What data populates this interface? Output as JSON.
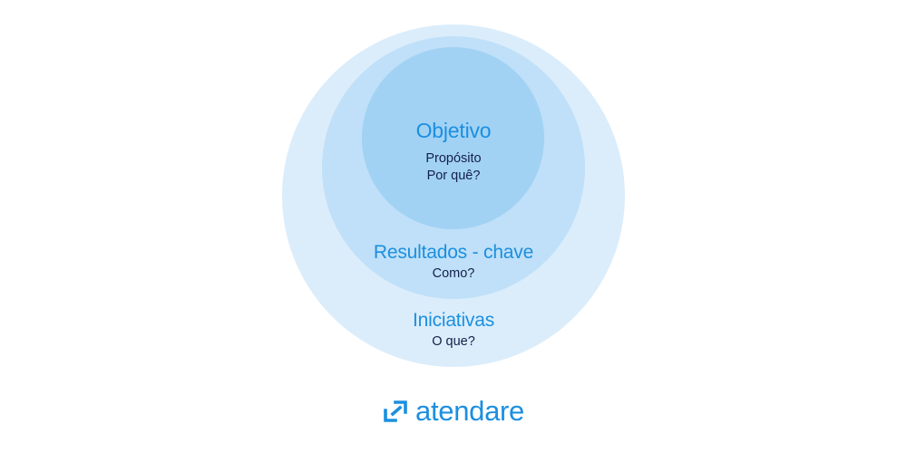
{
  "diagram": {
    "objetivo": {
      "title": "Objetivo",
      "line1": "Propósito",
      "line2": "Por quê?"
    },
    "resultados": {
      "title": "Resultados - chave",
      "line1": "Como?"
    },
    "iniciativas": {
      "title": "Iniciativas",
      "line1": "O que?"
    }
  },
  "brand": {
    "name": "atendare",
    "logo_icon": "atendare-mark-icon"
  },
  "colors": {
    "outer_circle": "#dbedfb",
    "middle_circle": "#bfe0f8",
    "inner_circle": "#a1d2f4",
    "title_text": "#1c8fe0",
    "body_text": "#14204a",
    "brand": "#1c8fe0"
  }
}
